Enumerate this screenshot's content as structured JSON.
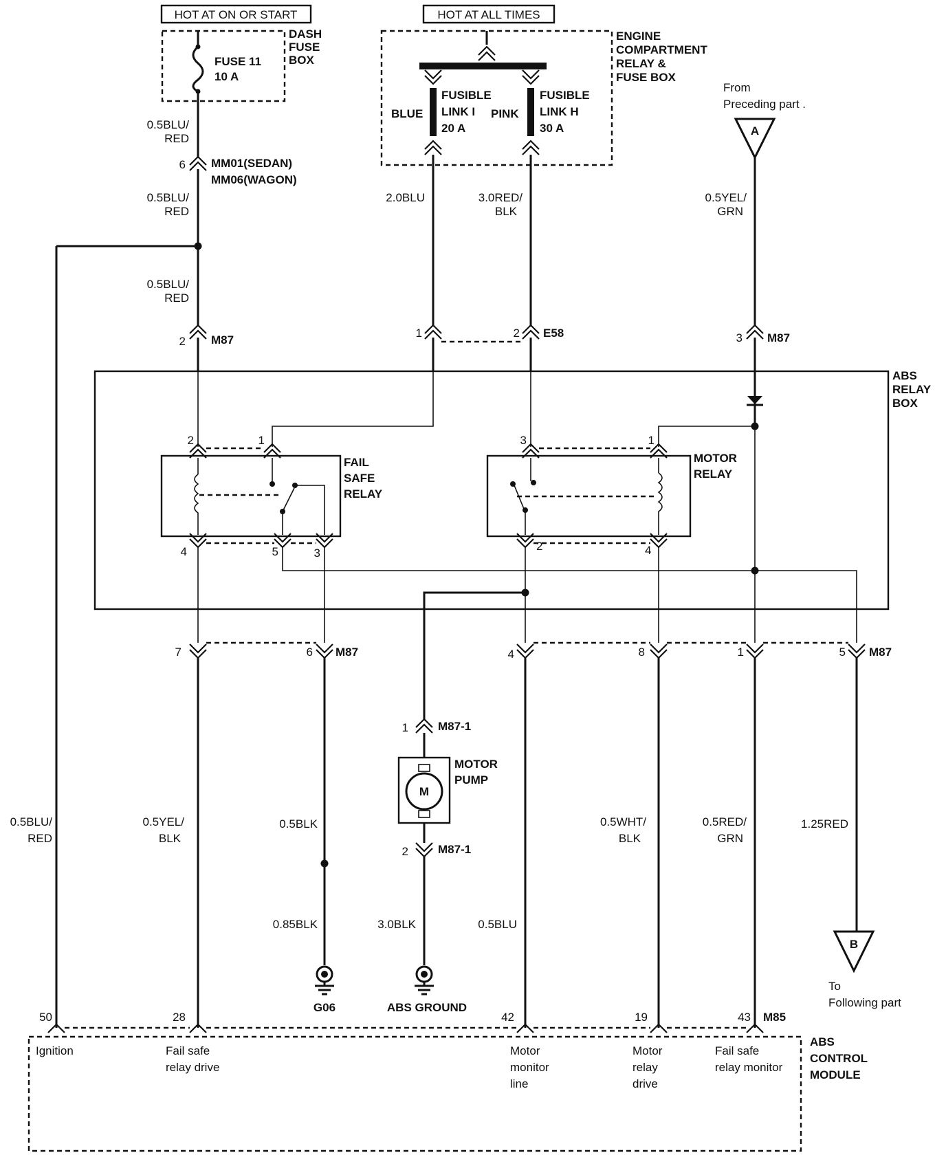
{
  "colors": {
    "ink": "#111111",
    "background": "#ffffff"
  },
  "headers": {
    "hot_ign": "HOT AT ON OR START",
    "hot_all": "HOT AT ALL TIMES"
  },
  "dash_fuse_box": {
    "name_lines": [
      "DASH",
      "FUSE",
      "BOX"
    ],
    "fuse_name": "FUSE 11",
    "fuse_rating": "10 A"
  },
  "engine_box": {
    "name_lines": [
      "ENGINE",
      "COMPARTMENT",
      "RELAY &",
      "FUSE BOX"
    ],
    "link_i": {
      "color": "BLUE",
      "line1": "FUSIBLE",
      "line2": "LINK I",
      "rating": "20 A"
    },
    "link_h": {
      "color": "PINK",
      "line1": "FUSIBLE",
      "line2": "LINK H",
      "rating": "30 A"
    }
  },
  "from_preceding": {
    "line1": "From",
    "line2": "Preceding part .",
    "marker": "A"
  },
  "to_following": {
    "line1": "To",
    "line2": "Following part",
    "marker": "B"
  },
  "wires": {
    "blu_red_line1": "0.5BLU/",
    "red": "RED",
    "blu_2": "2.0BLU",
    "red_blk_3_line1": "3.0RED/",
    "blk": "BLK",
    "yel_grn_line1": "0.5YEL/",
    "grn": "GRN",
    "yel_blk_line1": "0.5YEL/",
    "blk_05": "0.5BLK",
    "blk_085": "0.85BLK",
    "blk_30": "3.0BLK",
    "blu_05": "0.5BLU",
    "wht_blk_line1": "0.5WHT/",
    "red_grn_line1": "0.5RED/",
    "red_125": "1.25RED"
  },
  "connectors": {
    "mm01": "MM01(SEDAN)",
    "mm06": "MM06(WAGON)",
    "m87": "M87",
    "e58": "E58",
    "m87_1": "M87-1",
    "m85": "M85"
  },
  "pins": {
    "p6": "6",
    "p2": "2",
    "p1": "1",
    "p3": "3",
    "p4": "4",
    "p5": "5",
    "p7": "7",
    "p8": "8",
    "p50": "50",
    "p28": "28",
    "p42": "42",
    "p19": "19",
    "p43": "43"
  },
  "abs_relay_box": {
    "name_lines": [
      "ABS",
      "RELAY",
      "BOX"
    ]
  },
  "fail_safe_relay": {
    "name_lines": [
      "FAIL",
      "SAFE",
      "RELAY"
    ]
  },
  "motor_relay": {
    "name_lines": [
      "MOTOR",
      "RELAY"
    ]
  },
  "motor_pump": {
    "name_lines": [
      "MOTOR",
      "PUMP"
    ],
    "symbol": "M"
  },
  "grounds": {
    "g06": "G06",
    "abs_ground": "ABS GROUND"
  },
  "abs_control_module": {
    "name_lines": [
      "ABS",
      "CONTROL",
      "MODULE"
    ],
    "terminals": {
      "ignition": "Ignition",
      "fail_safe_drive_1": "Fail safe",
      "fail_safe_drive_2": "relay drive",
      "motor_monitor_1": "Motor",
      "motor_monitor_2": "monitor",
      "motor_monitor_3": "line",
      "motor_relay_drive_1": "Motor",
      "motor_relay_drive_2": "relay",
      "motor_relay_drive_3": "drive",
      "fail_safe_monitor_1": "Fail safe",
      "fail_safe_monitor_2": "relay monitor"
    }
  }
}
